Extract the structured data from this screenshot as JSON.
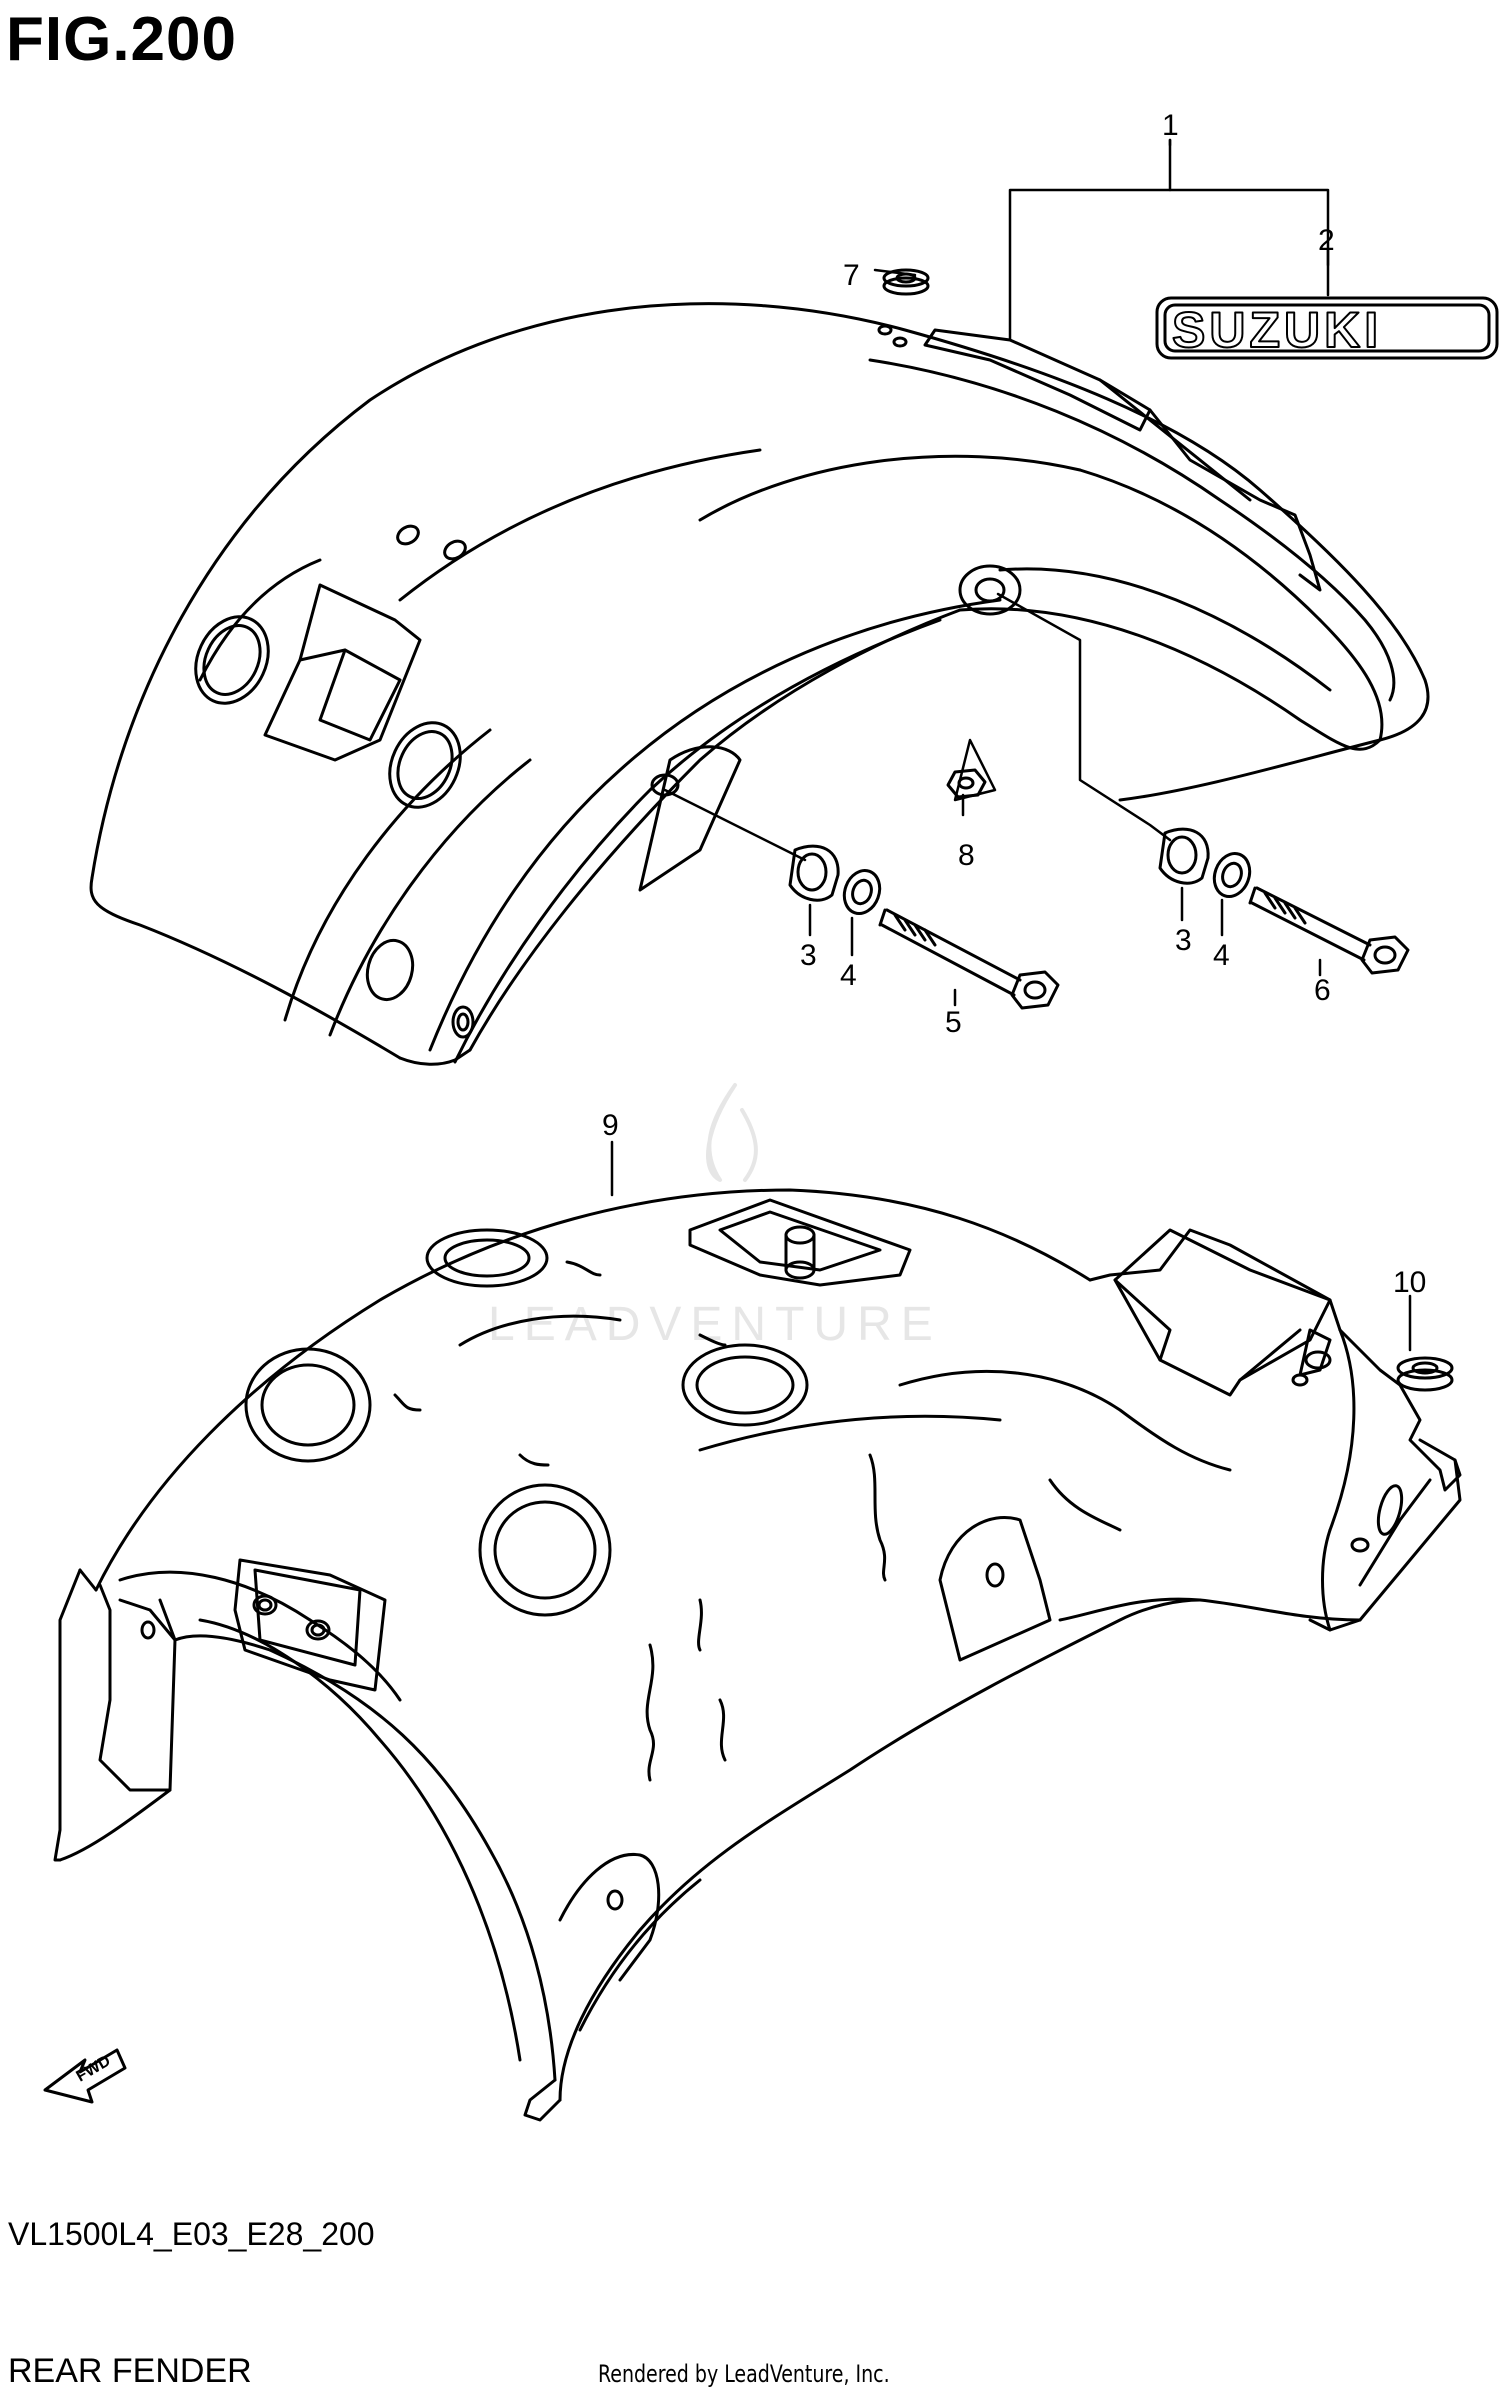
{
  "figure": {
    "title": "FIG.200",
    "code": "VL1500L4_E03_E28_200",
    "name": "REAR FENDER",
    "credit": "Rendered by LeadVenture, Inc."
  },
  "callouts": [
    {
      "id": "c1",
      "label": "1"
    },
    {
      "id": "c2",
      "label": "2"
    },
    {
      "id": "c3a",
      "label": "3"
    },
    {
      "id": "c3b",
      "label": "3"
    },
    {
      "id": "c4a",
      "label": "4"
    },
    {
      "id": "c4b",
      "label": "4"
    },
    {
      "id": "c5",
      "label": "5"
    },
    {
      "id": "c6",
      "label": "6"
    },
    {
      "id": "c7",
      "label": "7"
    },
    {
      "id": "c8",
      "label": "8"
    },
    {
      "id": "c9",
      "label": "9"
    },
    {
      "id": "c10",
      "label": "10"
    }
  ],
  "emblem_text": "SUZUKI",
  "watermark_text": "LEADVENTURE",
  "fwd_text": "FWD",
  "colors": {
    "line": "#000000",
    "background": "#ffffff",
    "watermark": "#e6e6e6"
  }
}
